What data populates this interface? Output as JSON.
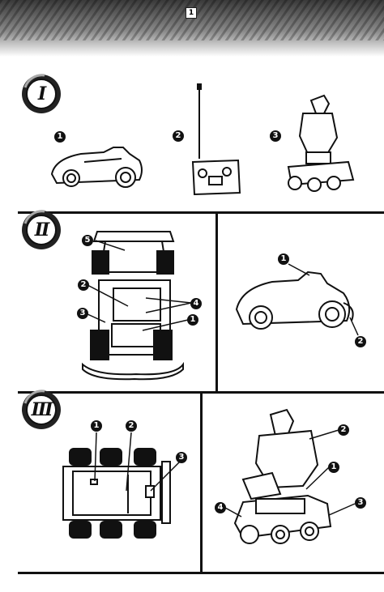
{
  "header": {
    "page_number": "1"
  },
  "sections": [
    {
      "roman": "I",
      "items": [
        {
          "callout": "1",
          "subject": "car"
        },
        {
          "callout": "2",
          "subject": "remote-control"
        },
        {
          "callout": "3",
          "subject": "robot"
        }
      ]
    },
    {
      "roman": "II",
      "left_callouts": [
        "5",
        "2",
        "3",
        "4",
        "1"
      ],
      "right_callouts": [
        "1",
        "2"
      ]
    },
    {
      "roman": "III",
      "left_callouts": [
        "1",
        "2",
        "3"
      ],
      "right_callouts": [
        "2",
        "1",
        "4",
        "3"
      ]
    }
  ]
}
